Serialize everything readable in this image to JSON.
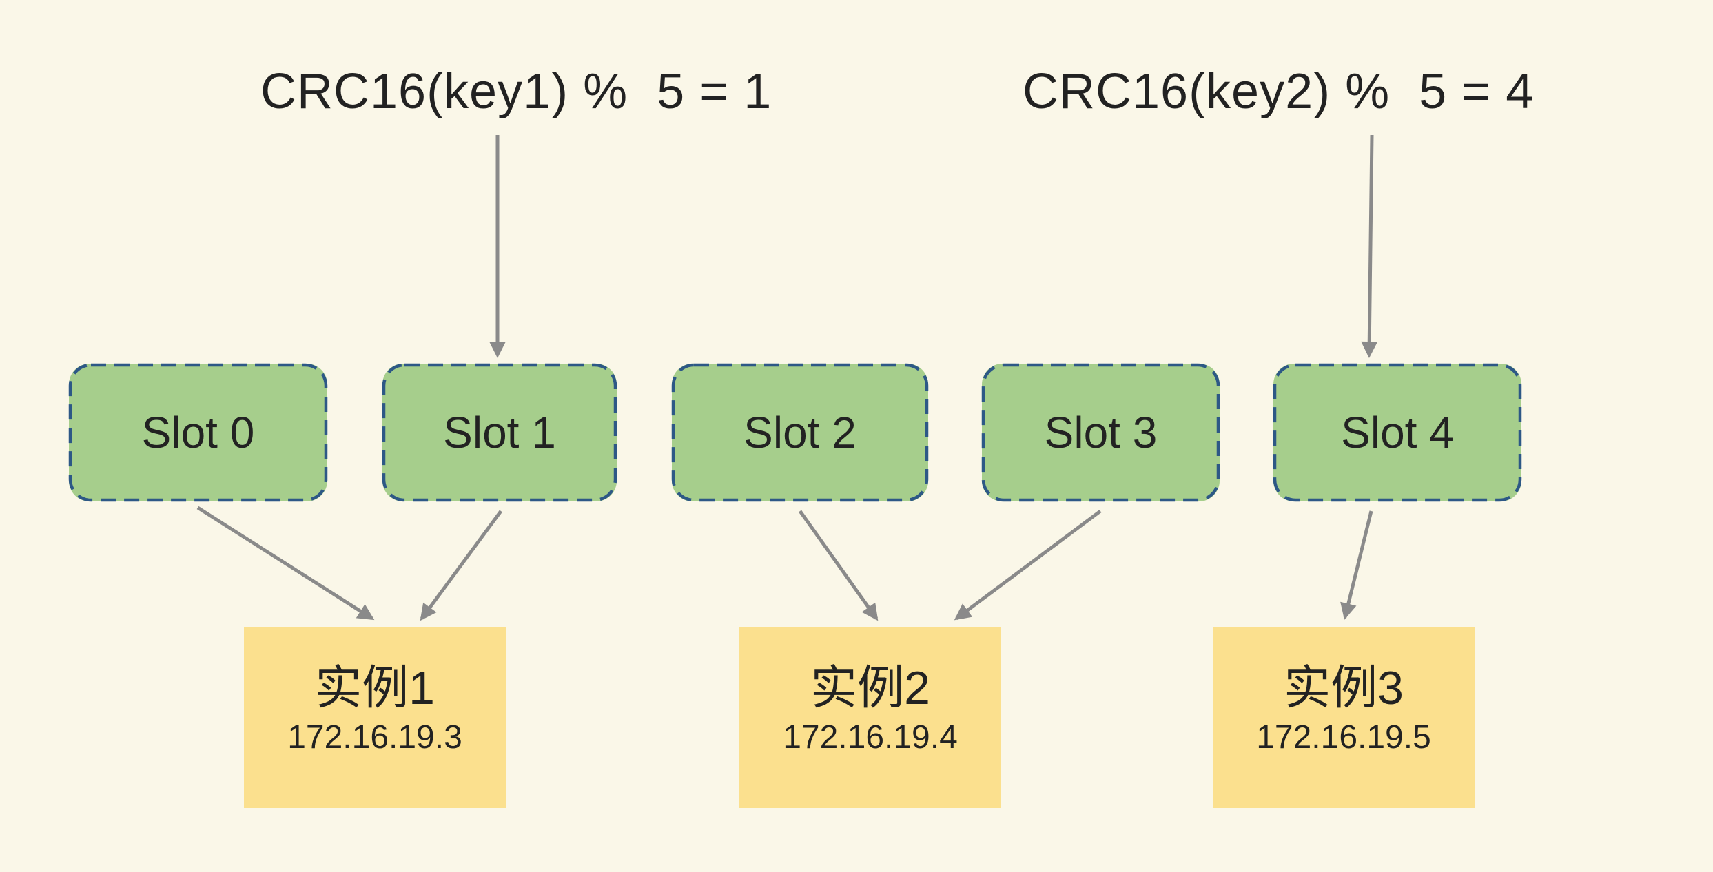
{
  "colors": {
    "bg": "#FAF7E8",
    "slot_fill": "#A6CE8C",
    "slot_border": "#2D5886",
    "instance_fill": "#FBE08E",
    "arrow": "#8A8A8A",
    "text": "#222222"
  },
  "formulas": [
    {
      "text": "CRC16(key1) %  5 = 1",
      "points_to": "Slot 1"
    },
    {
      "text": "CRC16(key2) %  5 = 4",
      "points_to": "Slot 4"
    }
  ],
  "slots": [
    {
      "label": "Slot 0"
    },
    {
      "label": "Slot 1"
    },
    {
      "label": "Slot 2"
    },
    {
      "label": "Slot 3"
    },
    {
      "label": "Slot 4"
    }
  ],
  "instances": [
    {
      "name": "实例1",
      "ip": "172.16.19.3"
    },
    {
      "name": "实例2",
      "ip": "172.16.19.4"
    },
    {
      "name": "实例3",
      "ip": "172.16.19.5"
    }
  ],
  "mappings": [
    {
      "from": "CRC16(key1) %  5 = 1",
      "to": "Slot 1"
    },
    {
      "from": "CRC16(key2) %  5 = 4",
      "to": "Slot 4"
    },
    {
      "from": "Slot 0",
      "to": "实例1"
    },
    {
      "from": "Slot 1",
      "to": "实例1"
    },
    {
      "from": "Slot 2",
      "to": "实例2"
    },
    {
      "from": "Slot 3",
      "to": "实例2"
    },
    {
      "from": "Slot 4",
      "to": "实例3"
    }
  ]
}
